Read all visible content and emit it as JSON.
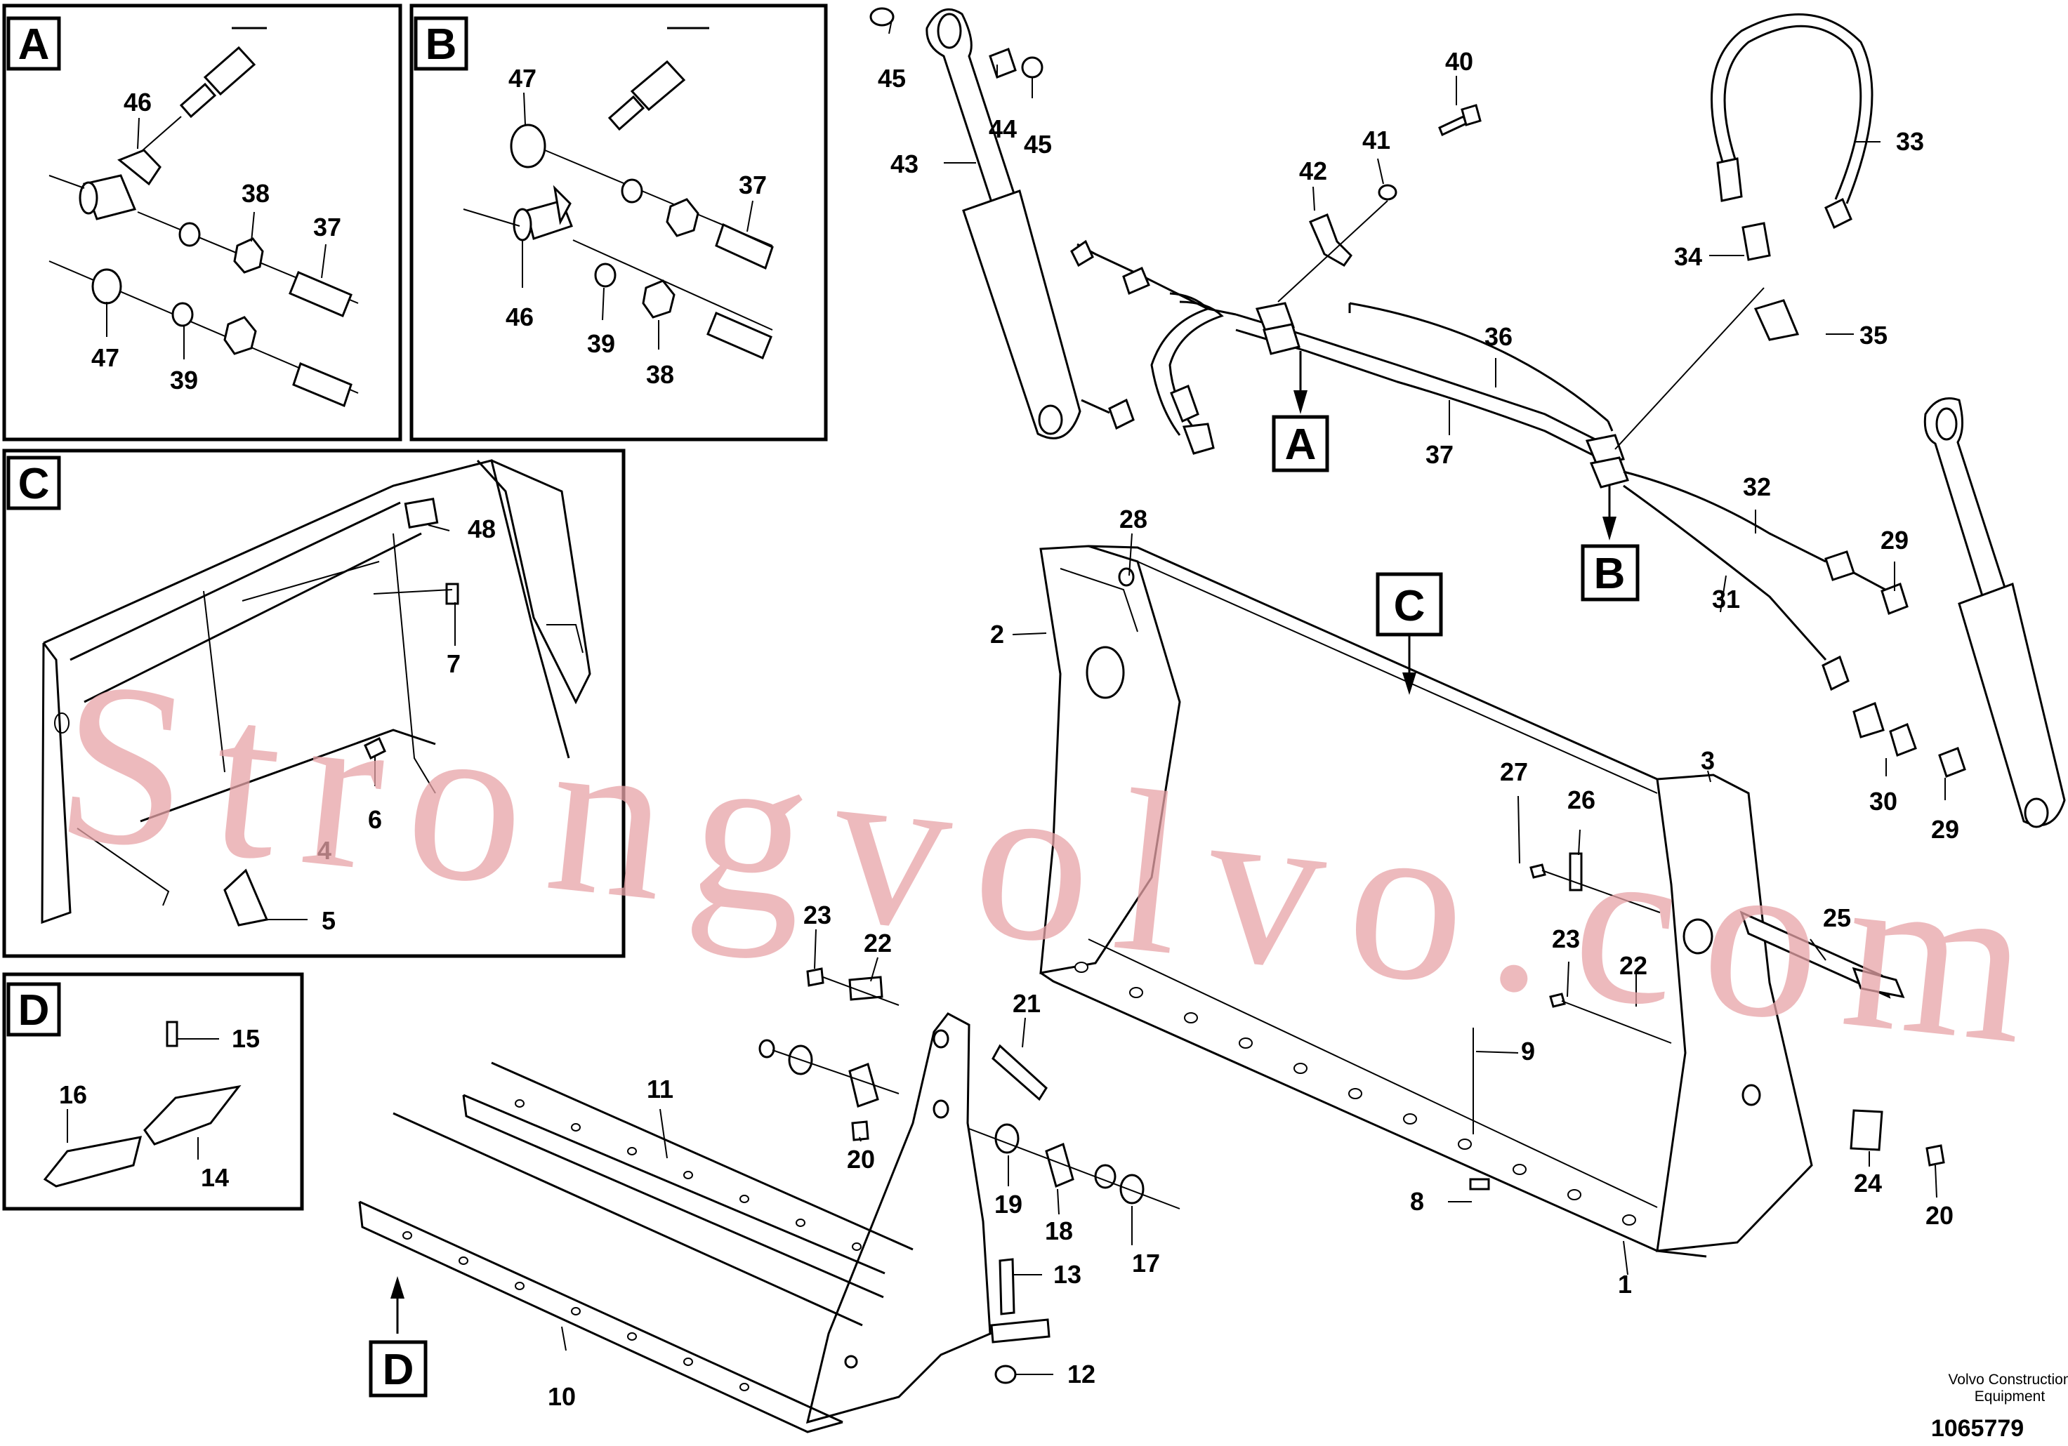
{
  "inset_labels": {
    "A": "A",
    "B": "B",
    "C": "C",
    "D": "D"
  },
  "callout_labels": {
    "A": "A",
    "B": "B",
    "C": "C",
    "D": "D"
  },
  "part_numbers": {
    "p1": "1",
    "p2": "2",
    "p3": "3",
    "p4": "4",
    "p5": "5",
    "p6": "6",
    "p7": "7",
    "p8": "8",
    "p9": "9",
    "p10": "10",
    "p11": "11",
    "p12": "12",
    "p13": "13",
    "p14": "14",
    "p15": "15",
    "p16": "16",
    "p17": "17",
    "p18": "18",
    "p19": "19",
    "p20a": "20",
    "p20b": "20",
    "p21": "21",
    "p22a": "22",
    "p22b": "22",
    "p23a": "23",
    "p23b": "23",
    "p24": "24",
    "p25": "25",
    "p26": "26",
    "p27": "27",
    "p28": "28",
    "p29a": "29",
    "p29b": "29",
    "p30": "30",
    "p31": "31",
    "p32": "32",
    "p33": "33",
    "p34": "34",
    "p35": "35",
    "p36": "36",
    "p37": "37",
    "p37a": "37",
    "p37b": "37",
    "p38a": "38",
    "p38b": "38",
    "p39a": "39",
    "p39b": "39",
    "p40": "40",
    "p41": "41",
    "p42": "42",
    "p43": "43",
    "p44": "44",
    "p45a": "45",
    "p45b": "45",
    "p46a": "46",
    "p46b": "46",
    "p47a": "47",
    "p47b": "47",
    "p48": "48"
  },
  "watermark_text": "Strongvolvo.com",
  "footer": {
    "brand_line1": "Volvo Construction",
    "brand_line2": "Equipment",
    "doc_number": "1065779"
  }
}
